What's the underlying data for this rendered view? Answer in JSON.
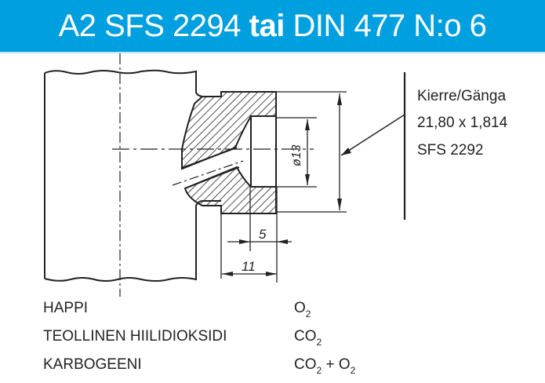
{
  "header": {
    "title_part1": "A2 SFS 2294 ",
    "title_bold": "tai",
    "title_part2": " DIN 477 N:o 6",
    "background": "#009fdf"
  },
  "drawing": {
    "dimension_bore": "ø13",
    "dimension_short": "5",
    "dimension_long": "11"
  },
  "thread_spec": {
    "label": "Kierre/Gänga",
    "size": "21,80 x 1,814",
    "standard": "SFS 2292"
  },
  "gases": [
    {
      "name": "HAPPI",
      "formula_parts": [
        {
          "t": "O"
        },
        {
          "s": "2"
        }
      ],
      "formula_text": "O2"
    },
    {
      "name": "TEOLLINEN HIILIDIOKSIDI",
      "formula_text": "CO2"
    },
    {
      "name": "KARBOGEENI",
      "formula_text": "CO2 + O2"
    }
  ],
  "formula_display": {
    "g0": {
      "a": "O",
      "a_sub": "2"
    },
    "g1": {
      "a": "CO",
      "a_sub": "2"
    },
    "g2": {
      "a": "CO",
      "a_sub": "2",
      "plus": " + ",
      "b": "O",
      "b_sub": "2"
    }
  }
}
